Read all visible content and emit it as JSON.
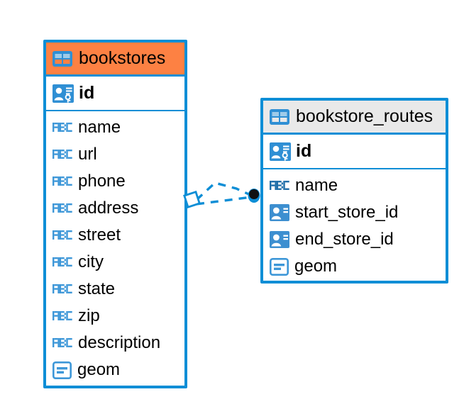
{
  "diagram": {
    "type": "entity-relationship-diagram",
    "background_color": "#ffffff",
    "accent_color": "#0d8ed6",
    "selected_color": "#fd8143",
    "header_plain_color": "#e9e9e9"
  },
  "entities": [
    {
      "name": "bookstores",
      "selected": true,
      "table_icon": "table-icon",
      "primary_key": {
        "label": "id",
        "icon": "primary-key-icon"
      },
      "fields": [
        {
          "label": "name",
          "icon": "abc-text-icon"
        },
        {
          "label": "url",
          "icon": "abc-text-icon"
        },
        {
          "label": "phone",
          "icon": "abc-text-icon"
        },
        {
          "label": "address",
          "icon": "abc-text-icon"
        },
        {
          "label": "street",
          "icon": "abc-text-icon"
        },
        {
          "label": "city",
          "icon": "abc-text-icon"
        },
        {
          "label": "state",
          "icon": "abc-text-icon"
        },
        {
          "label": "zip",
          "icon": "abc-text-icon"
        },
        {
          "label": "description",
          "icon": "abc-text-icon"
        },
        {
          "label": "geom",
          "icon": "geometry-icon"
        }
      ]
    },
    {
      "name": "bookstore_routes",
      "selected": false,
      "table_icon": "table-icon",
      "primary_key": {
        "label": "id",
        "icon": "primary-key-icon"
      },
      "fields": [
        {
          "label": "name",
          "icon": "abc-text-icon"
        },
        {
          "label": "start_store_id",
          "icon": "foreign-key-icon"
        },
        {
          "label": "end_store_id",
          "icon": "foreign-key-icon"
        },
        {
          "label": "geom",
          "icon": "geometry-icon"
        }
      ]
    }
  ],
  "relationships": [
    {
      "from": "bookstores",
      "to": "bookstore_routes",
      "source_marker": "diamond",
      "target_marker": "filled-circle",
      "line_style": "dashed",
      "color": "#0d8ed6"
    },
    {
      "from": "bookstores",
      "to": "bookstore_routes",
      "source_marker": "diamond",
      "target_marker": "filled-circle",
      "line_style": "dashed",
      "color": "#0d8ed6"
    }
  ]
}
